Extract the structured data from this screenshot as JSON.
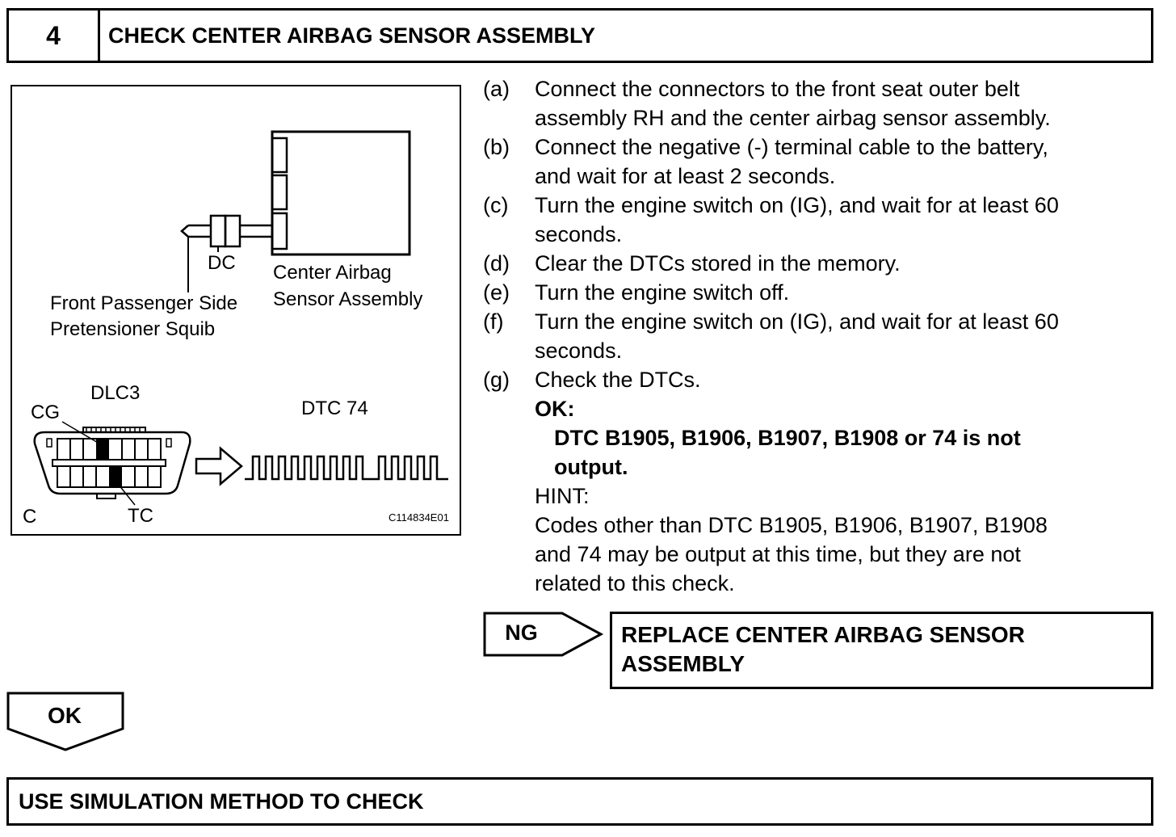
{
  "header": {
    "step_number": "4",
    "title": "CHECK CENTER AIRBAG SENSOR ASSEMBLY"
  },
  "figure": {
    "label_dc": "DC",
    "label_sensor_line1": "Center Airbag",
    "label_sensor_line2": "Sensor Assembly",
    "label_squib_line1": "Front Passenger Side",
    "label_squib_line2": "Pretensioner Squib",
    "label_dlc3": "DLC3",
    "label_cg": "CG",
    "label_dtc": "DTC 74",
    "label_c": "C",
    "label_tc": "TC",
    "figure_code": "C114834E01"
  },
  "steps": [
    {
      "label": "(a)",
      "lines": [
        "Connect the connectors to the front seat outer belt",
        "assembly RH and the center airbag sensor assembly."
      ]
    },
    {
      "label": "(b)",
      "lines": [
        "Connect the negative (-) terminal cable to the battery,",
        "and wait for at least 2 seconds."
      ]
    },
    {
      "label": "(c)",
      "lines": [
        "Turn the engine switch on (IG), and wait for at least 60",
        "seconds."
      ]
    },
    {
      "label": "(d)",
      "lines": [
        "Clear the DTCs stored in the memory."
      ]
    },
    {
      "label": "(e)",
      "lines": [
        "Turn the engine switch off."
      ]
    },
    {
      "label": "(f)",
      "lines": [
        "Turn the engine switch on (IG), and wait for at least 60",
        "seconds."
      ]
    },
    {
      "label": "(g)",
      "lines": [
        "Check the DTCs."
      ]
    }
  ],
  "ok_block": {
    "heading": "OK:",
    "line1": "DTC B1905, B1906, B1907, B1908 or 74 is not",
    "line2": "output."
  },
  "hint": {
    "heading": "HINT:",
    "line1": "Codes other than DTC B1905, B1906, B1907, B1908",
    "line2": "and 74 may be output at this time, but they are not",
    "line3": "related to this check."
  },
  "ng": {
    "label": "NG",
    "action_line1": "REPLACE CENTER AIRBAG SENSOR",
    "action_line2": "ASSEMBLY"
  },
  "ok": {
    "label": "OK"
  },
  "next": {
    "title": "USE SIMULATION METHOD TO CHECK"
  }
}
